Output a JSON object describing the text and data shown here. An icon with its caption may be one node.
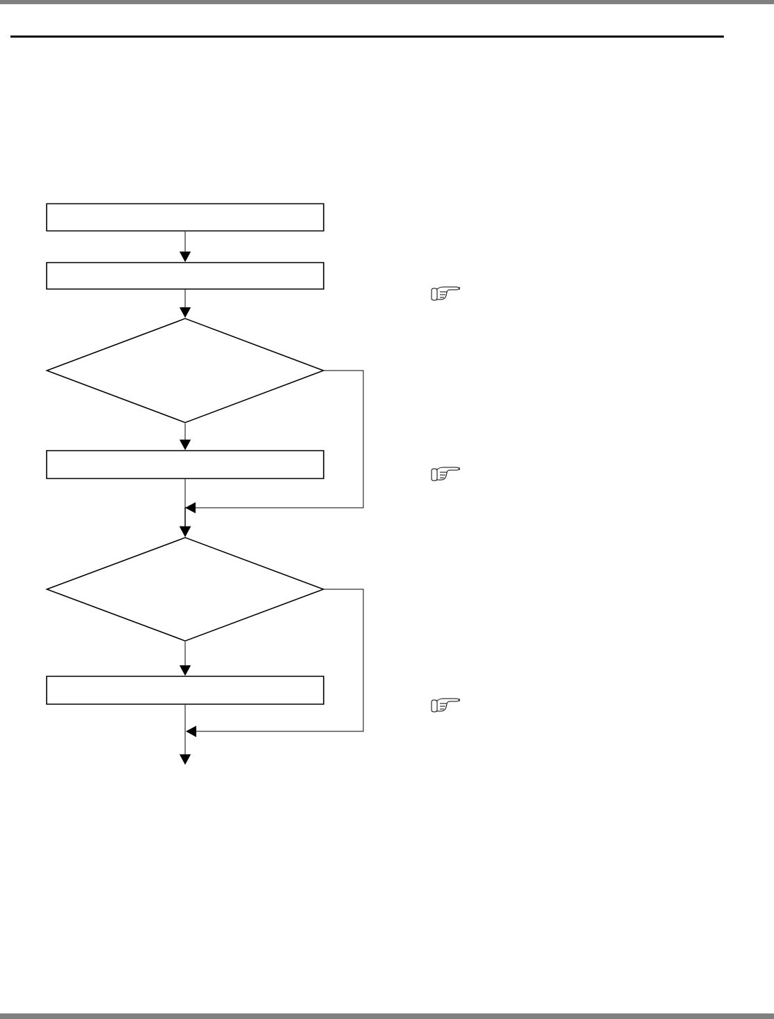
{
  "diagram": {
    "nodes": [
      {
        "text": [],
        "shape": "box"
      },
      {
        "text": [],
        "shape": "box"
      },
      {
        "text": [],
        "shape": "diamond"
      },
      {
        "text": [],
        "shape": "box"
      },
      {
        "text": [],
        "shape": "diamond"
      },
      {
        "text": [],
        "shape": "box"
      }
    ],
    "edges": [
      {
        "from": 0,
        "to": 1,
        "arrow": "to"
      },
      {
        "from": 1,
        "to": 2,
        "arrow": "to"
      },
      {
        "from": 2,
        "to": 3,
        "arrow": "to"
      },
      {
        "from": 3,
        "to": 4,
        "arrow": "to"
      },
      {
        "from": 2,
        "to": 4,
        "arrow": "to"
      },
      {
        "from": 4,
        "to": 5,
        "arrow": "to"
      },
      {
        "from": 5,
        "to": null,
        "arrow": "to"
      },
      {
        "from": 4,
        "to": null,
        "arrow": "to"
      }
    ]
  }
}
